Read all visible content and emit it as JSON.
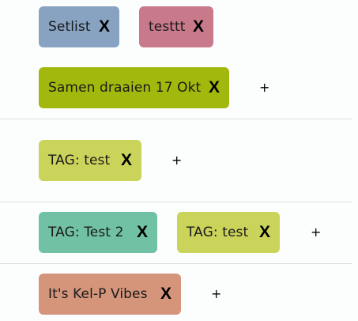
{
  "groups": [
    {
      "tags": [
        {
          "label": "Setlist",
          "remove_icon": "X",
          "color": "#87a3c1"
        },
        {
          "label": "testtt",
          "remove_icon": "X",
          "color": "#c87a8a"
        }
      ]
    },
    {
      "tags": [
        {
          "label": "Samen draaien 17 Okt",
          "remove_icon": "X",
          "color": "#a3b80d"
        }
      ],
      "add_icon": "+"
    },
    {
      "tags": [
        {
          "label": "TAG: test",
          "remove_icon": "X",
          "color": "#cad45a"
        }
      ],
      "add_icon": "+"
    },
    {
      "tags": [
        {
          "label": "TAG: Test 2",
          "remove_icon": "X",
          "color": "#71c1a5"
        },
        {
          "label": "TAG: test",
          "remove_icon": "X",
          "color": "#cad45a"
        }
      ],
      "add_icon": "+"
    },
    {
      "tags": [
        {
          "label": "It's Kel-P Vibes",
          "remove_icon": "X",
          "color": "#d4957b"
        }
      ],
      "add_icon": "+"
    }
  ]
}
